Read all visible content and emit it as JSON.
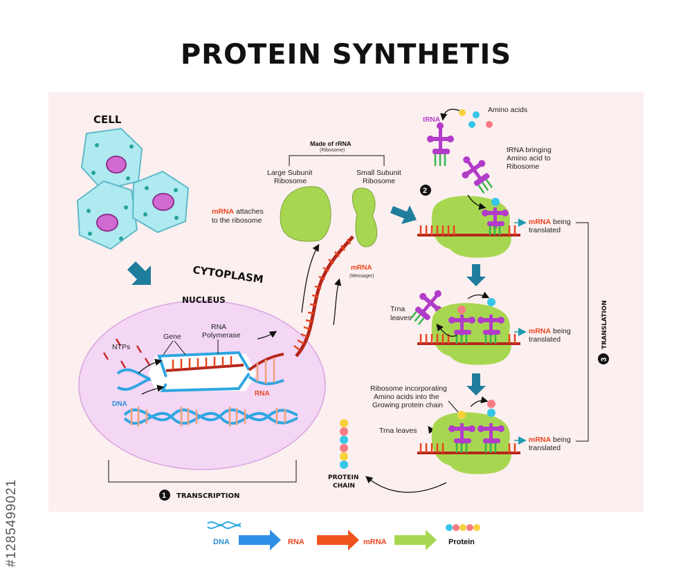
{
  "title": "PROTEIN SYNTHETIS",
  "stock_id": "#1285499021",
  "cell": {
    "label": "CELL"
  },
  "cytoplasm": {
    "label": "CYTOPLASM"
  },
  "nucleus": {
    "label": "NUCLEUS",
    "gene": "Gene",
    "rna_polymerase_1": "RNA",
    "rna_polymerase_2": "Polymerase",
    "ntps": "NTPs",
    "dna": "DNA",
    "rna": "RNA"
  },
  "ribosome": {
    "made_of": "Made of rRNA",
    "made_of_sub": "(Ribosome)",
    "large_1": "Large Subunit",
    "large_2": "Ribosome",
    "small_1": "Small Subunit",
    "small_2": "Ribosome",
    "attach_mrna": "mRNA",
    "attach_1": " attaches",
    "attach_2": "to the ribosome",
    "mrna": "mRNA",
    "messager": "(Messager)"
  },
  "translation_steps": {
    "trna": "tRNA",
    "amino_acids": "Amino acids",
    "bringing_1": "tRNA bringing",
    "bringing_2": "Amino acid to",
    "bringing_3": "Ribosome",
    "step2": "2",
    "mrna_word": "mRNA",
    "being": " being",
    "translated": "translated",
    "trna_leaves_1": "Trna",
    "trna_leaves_2": "leaves",
    "incorp_1": "Ribosome incorporating",
    "incorp_2": "Amino acids into the",
    "incorp_3": "Growing protein chain",
    "trna_leaves": "Trna leaves",
    "protein_chain_1": "PROTEIN",
    "protein_chain_2": "CHAIN",
    "step3": "3",
    "translation": "TRANSLATION"
  },
  "transcription": {
    "step": "1",
    "label": "TRANSCRIPTION"
  },
  "legend": {
    "dna": "DNA",
    "rna": "RNA",
    "mrna": "mRNA",
    "protein": "Protein"
  },
  "colors": {
    "panel": "#fcefef",
    "cell": "#aeeaf0",
    "nucleus_cell": "#d26bd1",
    "nucleus_bg": "#f3d7f5",
    "ribosome": "#a7d750",
    "dna_blue": "#2fa6e0",
    "rna_red": "#e8451f",
    "trna": "#b23cc9",
    "arrow_teal": "#1f7d9c"
  }
}
